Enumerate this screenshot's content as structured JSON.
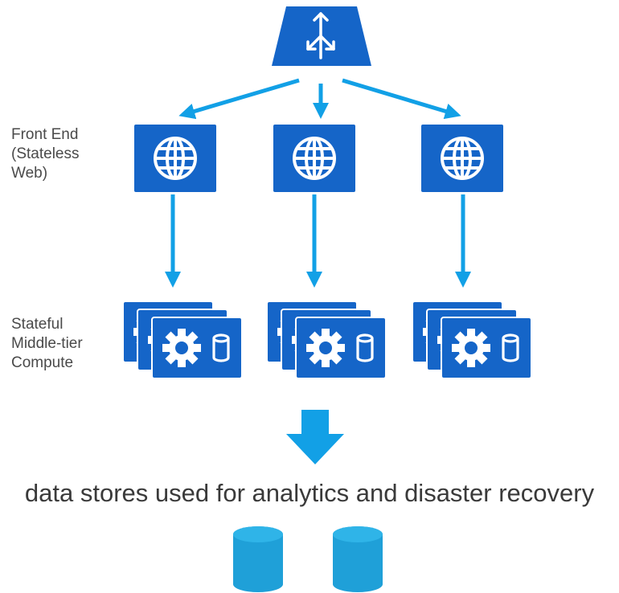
{
  "load_balancer": {
    "label": "Load Balancer"
  },
  "tiers": {
    "front_end": "Front End\n(Stateless\nWeb)",
    "middle_tier": "Stateful\nMiddle-tier\nCompute"
  },
  "storage": {
    "caption": "data stores used for analytics and disaster recovery"
  },
  "colors": {
    "node_blue": "#1565c8",
    "node_blue_dark": "#0f4fa3",
    "arrow_blue": "#12a0e6",
    "store_blue": "#1fa0d8",
    "store_top": "#2fb4e8"
  },
  "icons": [
    "load-balancer-icon",
    "globe-icon",
    "gear-icon",
    "database-icon"
  ]
}
